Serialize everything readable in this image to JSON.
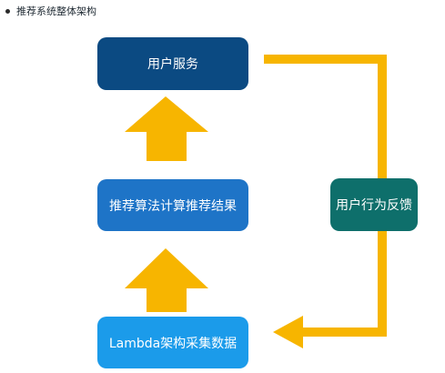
{
  "section": {
    "bullet_text": "推荐系统整体架构"
  },
  "diagram": {
    "nodes": {
      "user_service": "用户服务",
      "algorithm": "推荐算法计算推荐结果",
      "collect": "Lambda架构采集数据",
      "feedback": "用户行为反馈"
    },
    "edges": [
      {
        "from": "collect",
        "to": "algorithm"
      },
      {
        "from": "algorithm",
        "to": "user_service"
      },
      {
        "from": "user_service",
        "to": "feedback"
      },
      {
        "from": "feedback",
        "to": "collect"
      }
    ]
  },
  "colors": {
    "user_service": "#0b4a82",
    "algorithm": "#1e74c7",
    "collect": "#1b9bea",
    "feedback": "#0e6f6b",
    "arrow": "#f7b500"
  }
}
